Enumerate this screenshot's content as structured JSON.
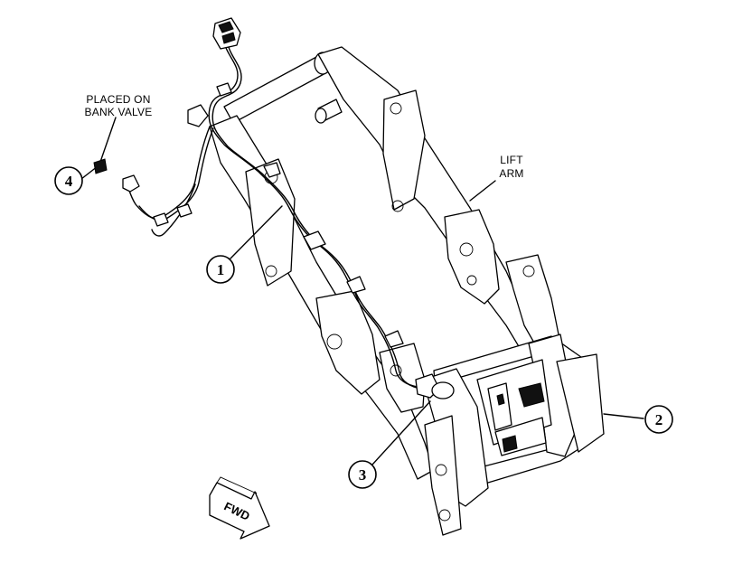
{
  "callouts": [
    {
      "id": "1",
      "number": "1"
    },
    {
      "id": "2",
      "number": "2"
    },
    {
      "id": "3",
      "number": "3"
    },
    {
      "id": "4",
      "number": "4"
    }
  ],
  "labels": {
    "bank_valve_line1": "PLACED ON",
    "bank_valve_line2": "BANK VALVE",
    "lift_arm_line1": "LIFT",
    "lift_arm_line2": "ARM"
  },
  "fwd_arrow": {
    "text": "FWD"
  }
}
